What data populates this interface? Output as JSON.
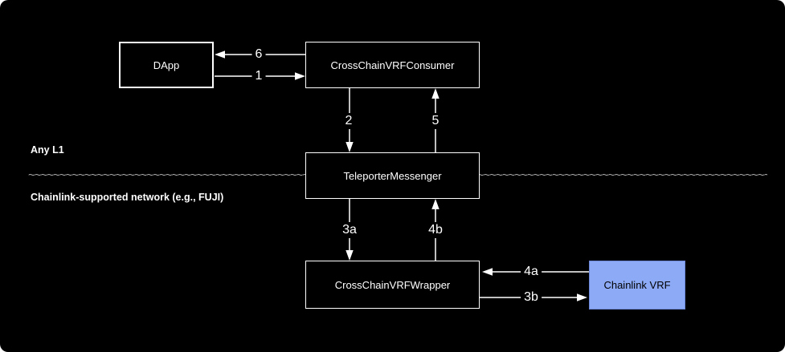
{
  "canvas": {
    "background": "#000000"
  },
  "regions": {
    "top_label": "Any L1",
    "bottom_label": "Chainlink-supported network (e.g., FUJI)"
  },
  "nodes": {
    "dapp": {
      "label": "DApp"
    },
    "consumer": {
      "label": "CrossChainVRFConsumer"
    },
    "teleporter": {
      "label": "TeleporterMessenger"
    },
    "wrapper": {
      "label": "CrossChainVRFWrapper"
    },
    "chainlink_vrf": {
      "label": "Chainlink VRF"
    }
  },
  "edges": {
    "e1": {
      "label": "1",
      "from": "DApp",
      "to": "CrossChainVRFConsumer"
    },
    "e2": {
      "label": "2",
      "from": "CrossChainVRFConsumer",
      "to": "TeleporterMessenger"
    },
    "e3a": {
      "label": "3a",
      "from": "TeleporterMessenger",
      "to": "CrossChainVRFWrapper"
    },
    "e3b": {
      "label": "3b",
      "from": "CrossChainVRFWrapper",
      "to": "Chainlink VRF"
    },
    "e4a": {
      "label": "4a",
      "from": "Chainlink VRF",
      "to": "CrossChainVRFWrapper"
    },
    "e4b": {
      "label": "4b",
      "from": "CrossChainVRFWrapper",
      "to": "TeleporterMessenger"
    },
    "e5": {
      "label": "5",
      "from": "TeleporterMessenger",
      "to": "CrossChainVRFConsumer"
    },
    "e6": {
      "label": "6",
      "from": "CrossChainVRFConsumer",
      "to": "DApp"
    }
  },
  "colors": {
    "node_fill": "#000000",
    "node_border": "#ffffff",
    "node_text": "#ffffff",
    "chainlink_fill": "#8caaf5",
    "chainlink_border": "#6b87d6",
    "chainlink_text": "#000000",
    "divider": "#aaaaaa",
    "arrow": "#ffffff"
  }
}
